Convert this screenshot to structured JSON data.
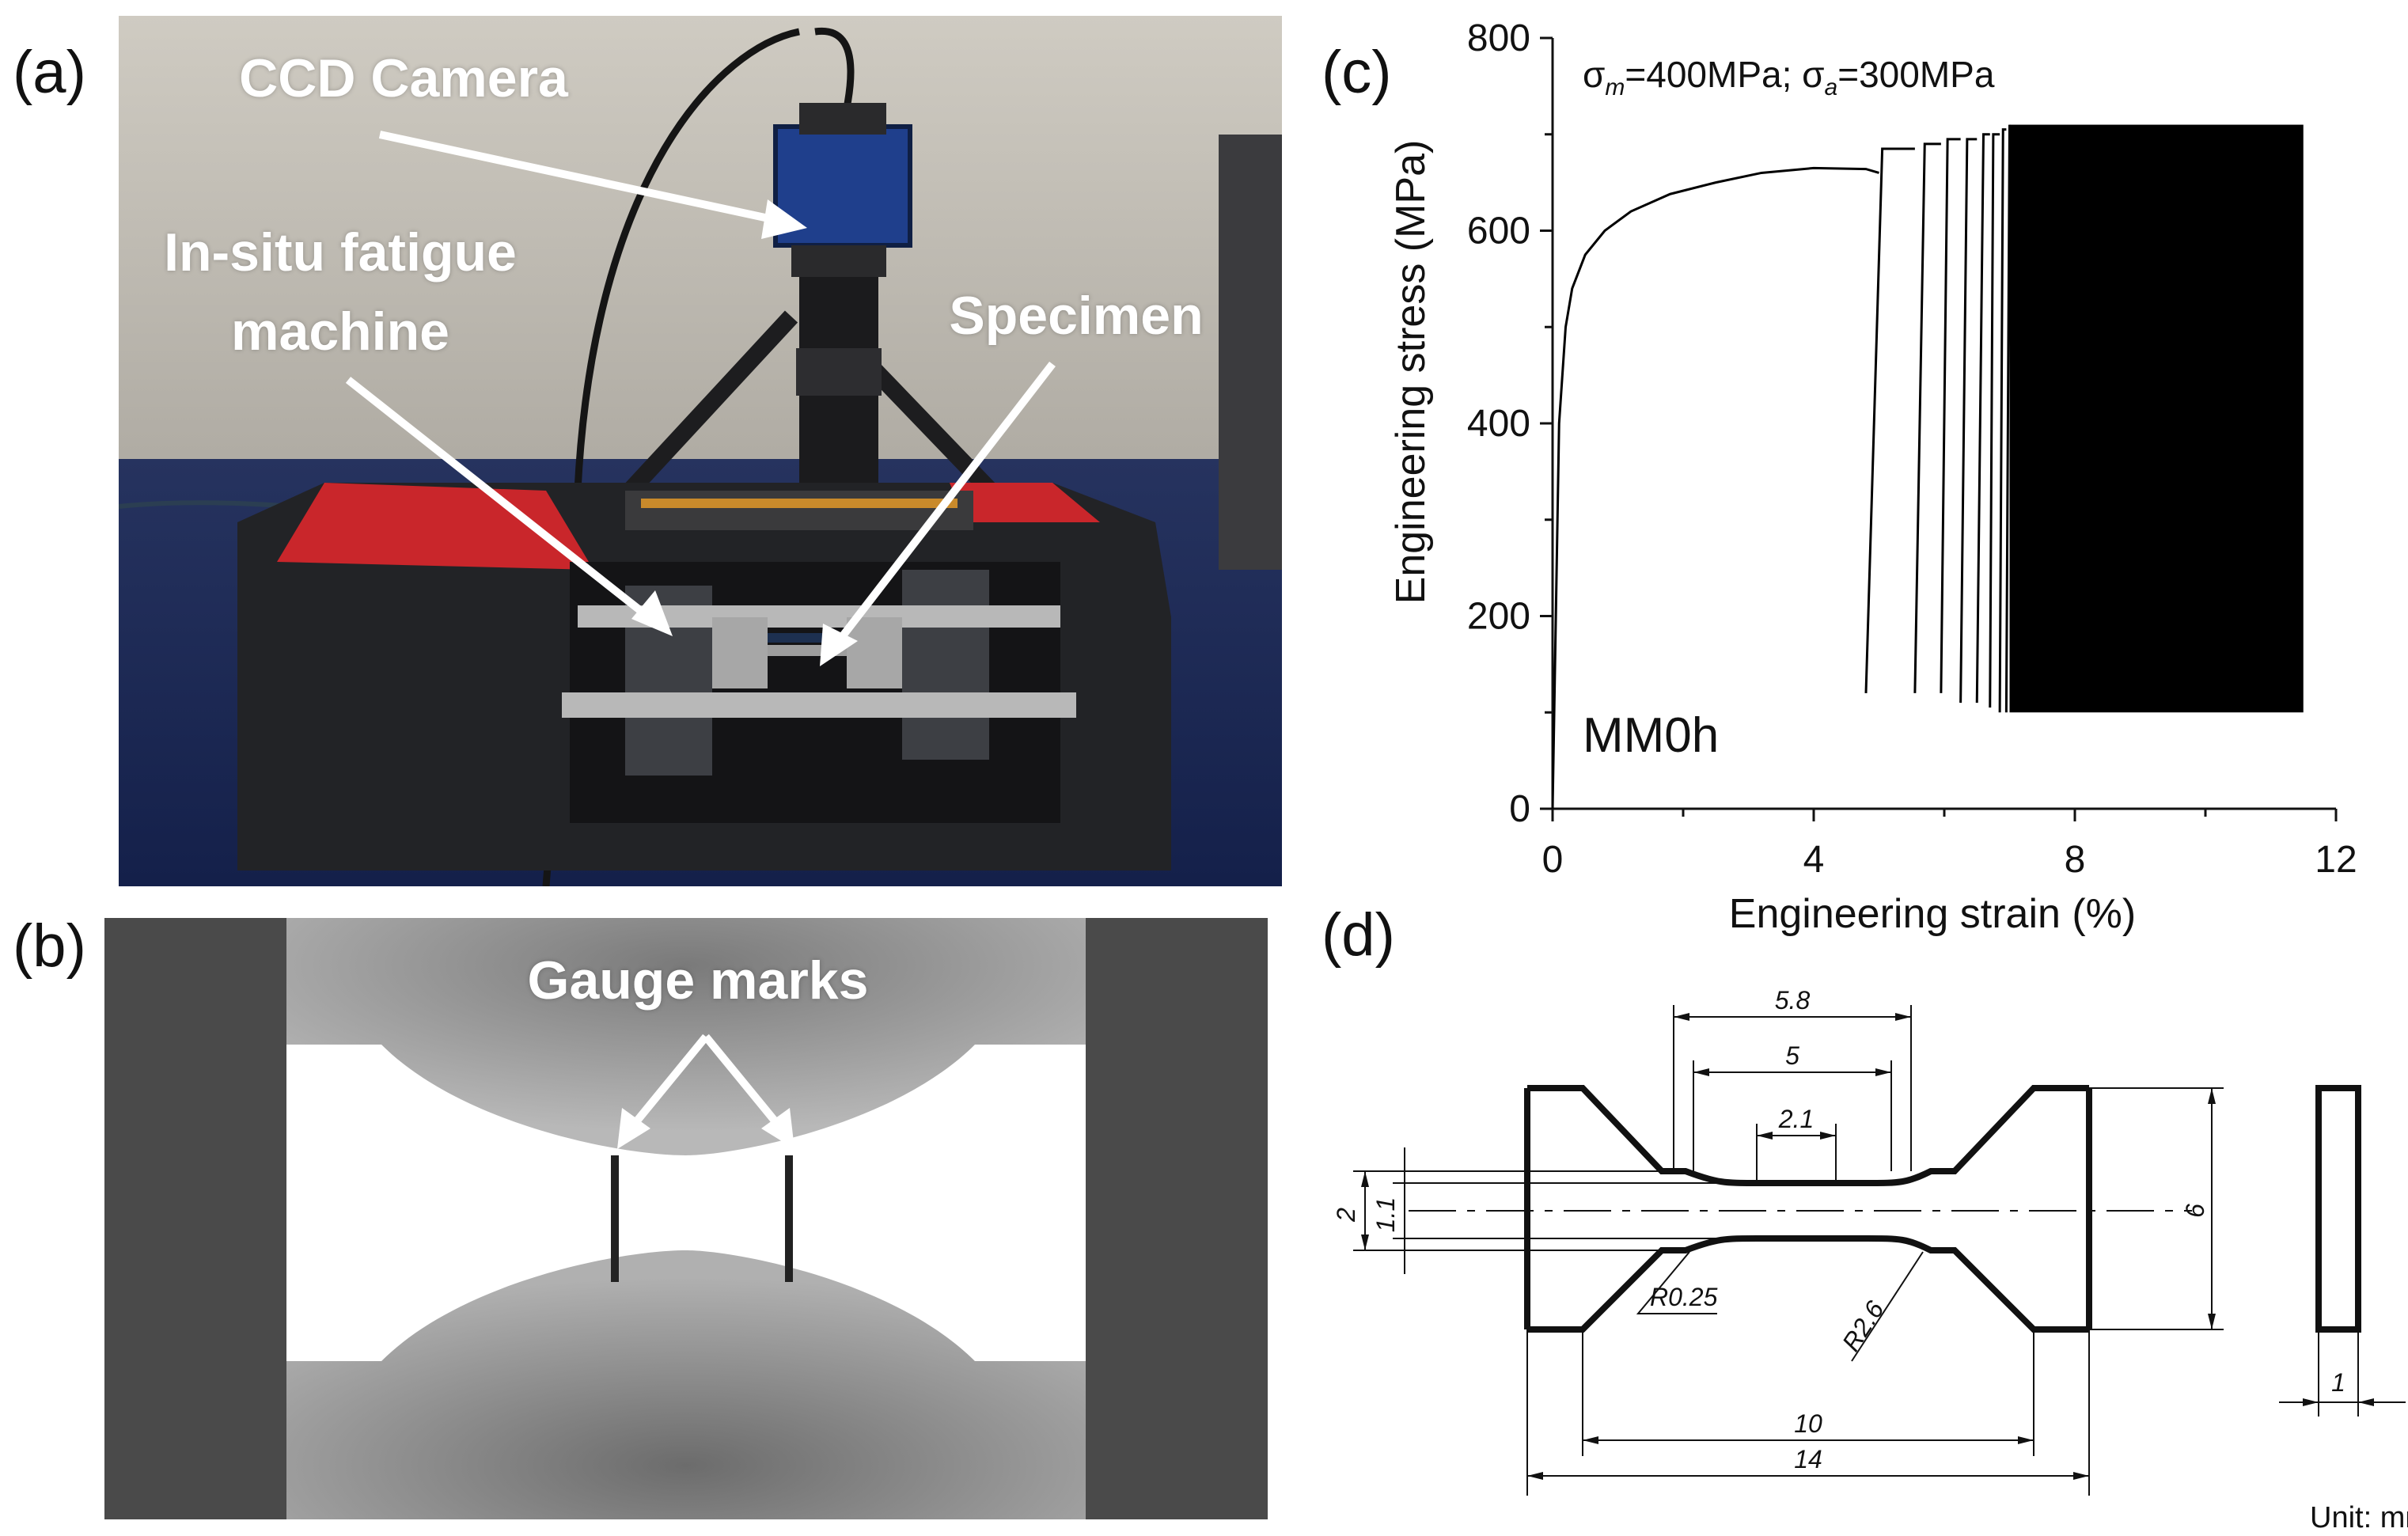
{
  "panels": {
    "a": {
      "letter": "(a)",
      "labels": {
        "camera": "CCD Camera",
        "machine_line1": "In-situ fatigue",
        "machine_line2": "machine",
        "specimen": "Specimen"
      }
    },
    "b": {
      "letter": "(b)",
      "labels": {
        "gauge": "Gauge marks"
      }
    },
    "c": {
      "letter": "(c)",
      "condition_parts": {
        "sigma": "σ",
        "m_sub": "m",
        "m_val": "=400MPa; ",
        "a_sub": "a",
        "a_val": "=300MPa"
      },
      "sample": "MM0h"
    },
    "d": {
      "letter": "(d)",
      "dims": {
        "d58": "5.8",
        "d5": "5",
        "d21": "2.1",
        "d2": "2",
        "d11": "1.1",
        "d6": "6",
        "r025": "R0.25",
        "r26": "R2.6",
        "d10": "10",
        "d14": "14",
        "d1": "1"
      },
      "unit": "Unit: mm"
    }
  },
  "chart_data": {
    "type": "line",
    "xlabel": "Engineering strain (%)",
    "ylabel": "Engineering stress (MPa)",
    "xlim": [
      0,
      12
    ],
    "ylim": [
      0,
      800
    ],
    "xticks": [
      0,
      4,
      8,
      12
    ],
    "yticks": [
      0,
      200,
      400,
      600,
      800
    ],
    "series": [
      {
        "values_kind": "monotonic loading curve",
        "x": [
          0,
          0.05,
          0.1,
          0.2,
          0.3,
          0.5,
          0.8,
          1.2,
          1.8,
          2.5,
          3.2,
          4.0,
          4.8,
          5.0
        ],
        "y": [
          0,
          200,
          400,
          500,
          540,
          575,
          600,
          620,
          638,
          650,
          660,
          665,
          664,
          660
        ]
      }
    ],
    "cycles": {
      "valleys_x": [
        4.8,
        5.55,
        5.95,
        6.25,
        6.5,
        6.7,
        6.85,
        6.95
      ],
      "peaks_x": [
        5.05,
        5.7,
        6.05,
        6.35,
        6.6,
        6.75,
        6.9,
        7.0
      ],
      "valley_y": [
        120,
        120,
        120,
        110,
        110,
        105,
        100,
        100
      ],
      "peak_y": [
        685,
        690,
        695,
        695,
        700,
        700,
        705,
        710
      ],
      "dense_band": {
        "x_start": 7.0,
        "x_end": 11.5,
        "y_low": 100,
        "y_high": 710
      }
    },
    "grid": false,
    "legend": "none"
  },
  "colors": {
    "photo_bg": "#3a4566",
    "camera_blue": "#1f3f8c",
    "machine_black": "#222326",
    "red_accent": "#c9262b",
    "dark_gray": "#4a4a4a",
    "gray_specimen": "#9e9e9e"
  }
}
